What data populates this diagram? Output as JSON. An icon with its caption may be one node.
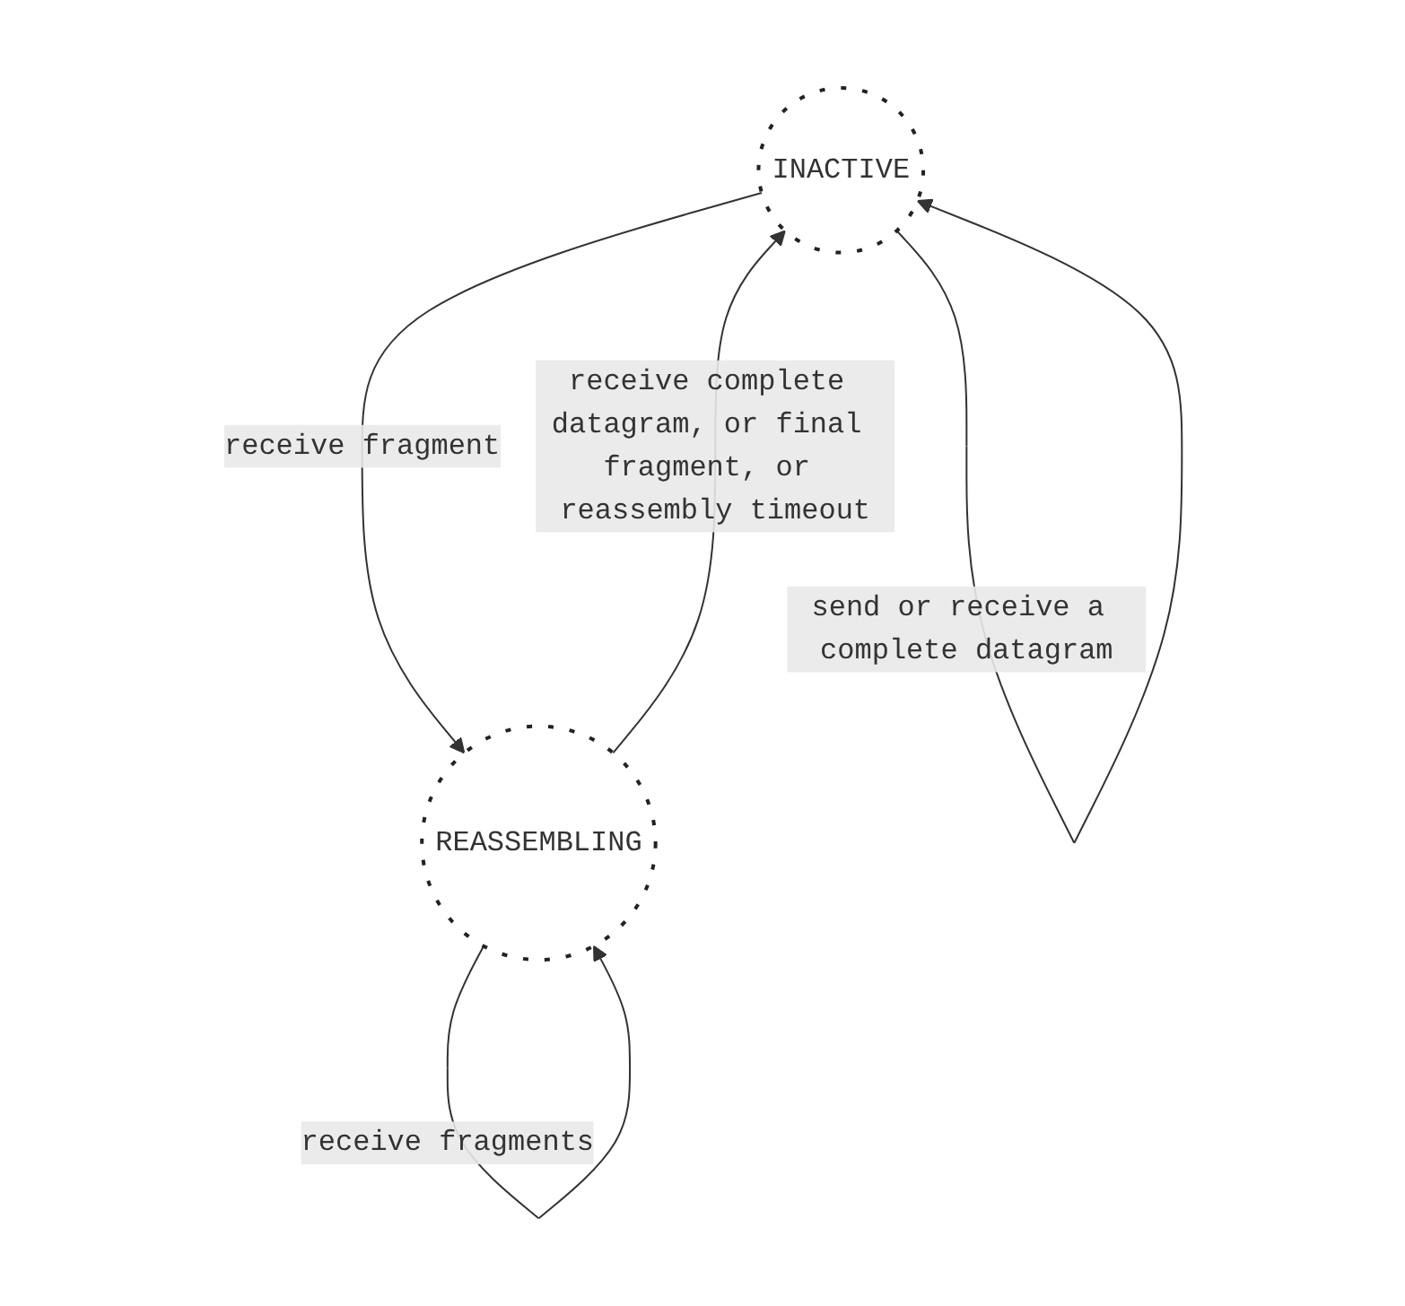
{
  "diagram": {
    "nodes": [
      {
        "text": [
          "INACTIVE"
        ]
      },
      {
        "text": [
          "REASSEMBLING"
        ]
      }
    ],
    "edges": [
      {
        "from": 0,
        "to": 0,
        "arrow": "to",
        "label": "send or receive a complete datagram"
      },
      {
        "from": 0,
        "to": 1,
        "arrow": "to",
        "label": "receive fragment"
      },
      {
        "from": 1,
        "to": 0,
        "arrow": "to",
        "label": "receive complete datagram, or final fragment, or reassembly timeout"
      },
      {
        "from": 1,
        "to": 1,
        "arrow": "to",
        "label": "receive fragments"
      }
    ]
  }
}
